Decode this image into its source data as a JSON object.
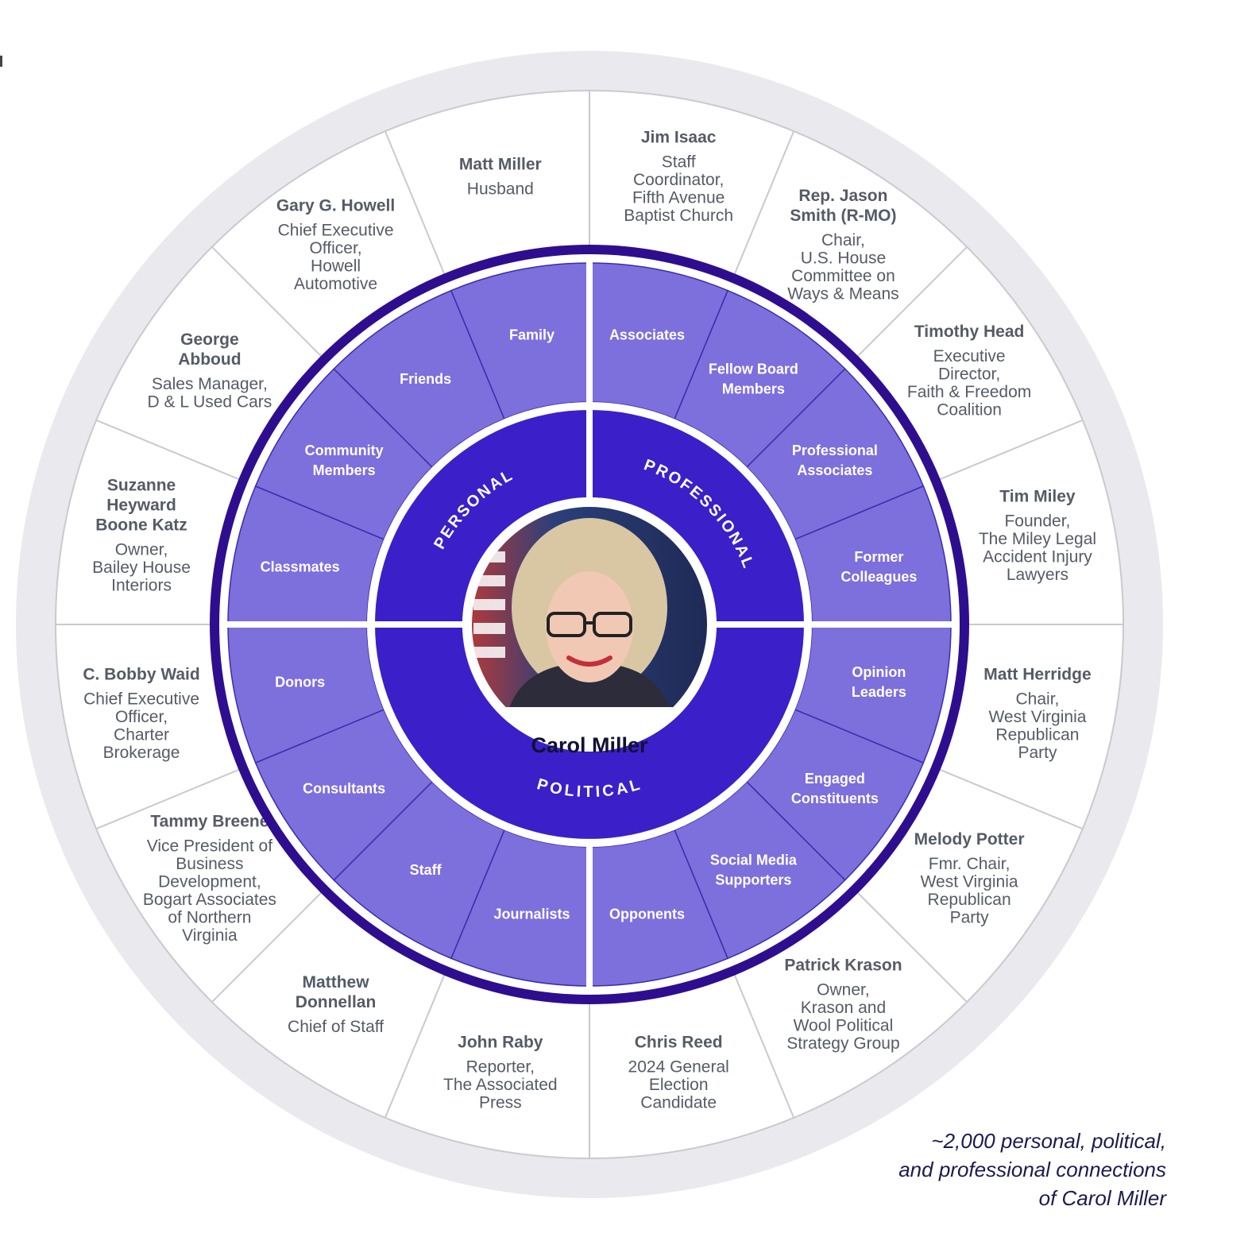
{
  "center": {
    "name": "Carol Miller",
    "photo_icon": "portrait-photo-icon"
  },
  "categories": [
    {
      "key": "personal",
      "label": "PERSONAL"
    },
    {
      "key": "professional",
      "label": "PROFESSIONAL"
    },
    {
      "key": "political",
      "label": "POLITICAL"
    }
  ],
  "segments": [
    "Associates",
    "Fellow Board Members",
    "Professional Associates",
    "Former Colleagues",
    "Opinion Leaders",
    "Engaged Constituents",
    "Social Media Supporters",
    "Opponents",
    "Journalists",
    "Staff",
    "Consultants",
    "Donors",
    "Classmates",
    "Community Members",
    "Friends",
    "Family"
  ],
  "people": [
    {
      "name": [
        "Jim Isaac"
      ],
      "role": [
        "Staff",
        "Coordinator,",
        "Fifth Avenue",
        "Baptist Church"
      ]
    },
    {
      "name": [
        "Rep. Jason",
        "Smith (R-MO)"
      ],
      "role": [
        "Chair,",
        "U.S. House",
        "Committee on",
        "Ways & Means"
      ]
    },
    {
      "name": [
        "Timothy Head"
      ],
      "role": [
        "Executive",
        "Director,",
        "Faith & Freedom",
        "Coalition"
      ]
    },
    {
      "name": [
        "Tim Miley"
      ],
      "role": [
        "Founder,",
        "The Miley Legal",
        "Accident Injury",
        "Lawyers"
      ]
    },
    {
      "name": [
        "Matt Herridge"
      ],
      "role": [
        "Chair,",
        "West Virginia",
        "Republican",
        "Party"
      ]
    },
    {
      "name": [
        "Melody Potter"
      ],
      "role": [
        "Fmr. Chair,",
        "West Virginia",
        "Republican",
        "Party"
      ]
    },
    {
      "name": [
        "Patrick Krason"
      ],
      "role": [
        "Owner,",
        "Krason and",
        "Wool Political",
        "Strategy Group"
      ]
    },
    {
      "name": [
        "Chris Reed"
      ],
      "role": [
        "2024 General",
        "Election",
        "Candidate"
      ]
    },
    {
      "name": [
        "John Raby"
      ],
      "role": [
        "Reporter,",
        "The Associated",
        "Press"
      ]
    },
    {
      "name": [
        "Matthew",
        "Donnellan"
      ],
      "role": [
        "Chief of Staff"
      ]
    },
    {
      "name": [
        "Tammy Breene"
      ],
      "role": [
        "Vice President of",
        "Business",
        "Development,",
        "Bogart Associates",
        "of Northern",
        "Virginia"
      ]
    },
    {
      "name": [
        "C. Bobby Waid"
      ],
      "role": [
        "Chief Executive",
        "Officer,",
        "Charter",
        "Brokerage"
      ]
    },
    {
      "name": [
        "Suzanne",
        "Heyward",
        "Boone Katz"
      ],
      "role": [
        "Owner,",
        "Bailey House",
        "Interiors"
      ]
    },
    {
      "name": [
        "George",
        "Abboud"
      ],
      "role": [
        "Sales Manager,",
        "D & L Used Cars"
      ]
    },
    {
      "name": [
        "Gary G. Howell"
      ],
      "role": [
        "Chief Executive",
        "Officer,",
        "Howell",
        "Automotive"
      ]
    },
    {
      "name": [
        "Matt Miller"
      ],
      "role": [
        "Husband"
      ]
    }
  ],
  "caption": [
    "~2,000 personal, political,",
    "and professional connections",
    "of Carol Miller"
  ],
  "colors": {
    "outer_ring": "#e9e9ee",
    "outer_divider": "#c9c9d0",
    "dark_border": "#2e0e8f",
    "segment": "#7d6fdc",
    "category": "#3b1fc9",
    "text_dark": "#555b66"
  }
}
